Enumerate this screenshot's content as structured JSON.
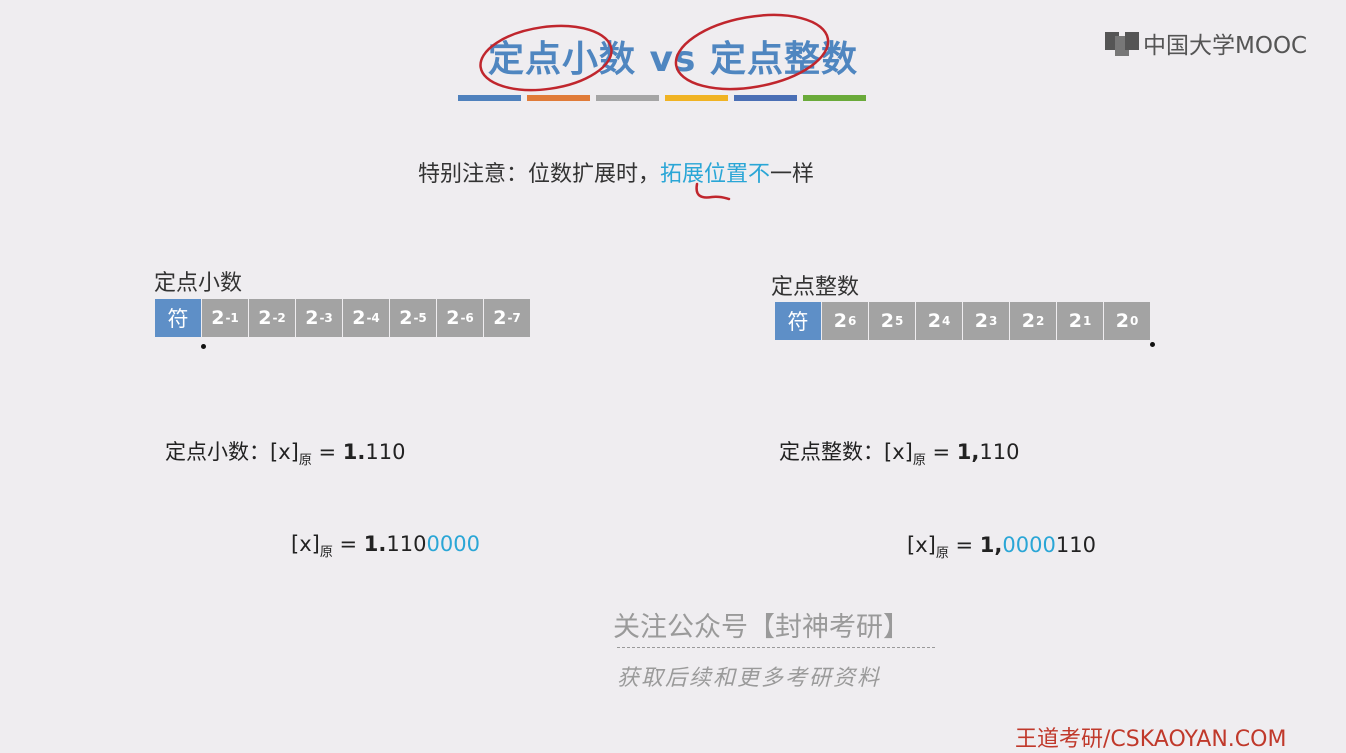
{
  "title": "定点小数 vs 定点整数",
  "color_bars": [
    "#4f81bd",
    "#e07b39",
    "#a5a5a5",
    "#f0b323",
    "#4a6fb5",
    "#6aaa3a"
  ],
  "logo": {
    "text": "中国大学MOOC",
    "icon": "mooc-logo-icon"
  },
  "notice": {
    "prefix": "特别注意：位数扩展时，",
    "highlight": "拓展位置不",
    "suffix": "一样"
  },
  "fraction": {
    "label": "定点小数",
    "sign_label": "符",
    "bits": [
      {
        "base": "2",
        "exp": "-1"
      },
      {
        "base": "2",
        "exp": "-2"
      },
      {
        "base": "2",
        "exp": "-3"
      },
      {
        "base": "2",
        "exp": "-4"
      },
      {
        "base": "2",
        "exp": "-5"
      },
      {
        "base": "2",
        "exp": "-6"
      },
      {
        "base": "2",
        "exp": "-7"
      }
    ],
    "formula1": {
      "label": "定点小数：",
      "x": "[x]",
      "sub": "原",
      "eq": " = ",
      "bold": "1.",
      "rest": "110"
    },
    "formula2": {
      "x": "[x]",
      "sub": "原",
      "eq": " = ",
      "bold": "1.",
      "mid": "110",
      "cyan": "0000"
    }
  },
  "integer": {
    "label": "定点整数",
    "sign_label": "符",
    "bits": [
      {
        "base": "2",
        "exp": "6"
      },
      {
        "base": "2",
        "exp": "5"
      },
      {
        "base": "2",
        "exp": "4"
      },
      {
        "base": "2",
        "exp": "3"
      },
      {
        "base": "2",
        "exp": "2"
      },
      {
        "base": "2",
        "exp": "1"
      },
      {
        "base": "2",
        "exp": "0"
      }
    ],
    "formula1": {
      "label": "定点整数：",
      "x": "[x]",
      "sub": "原",
      "eq": " = ",
      "bold": "1,",
      "rest": "110"
    },
    "formula2": {
      "x": "[x]",
      "sub": "原",
      "eq": " = ",
      "bold": "1,",
      "cyan": "0000",
      "rest": "110"
    }
  },
  "watermark": {
    "line1": "关注公众号【封神考研】",
    "line2": "获取后续和更多考研资料"
  },
  "footer": "王道考研/CSKAOYAN.COM"
}
